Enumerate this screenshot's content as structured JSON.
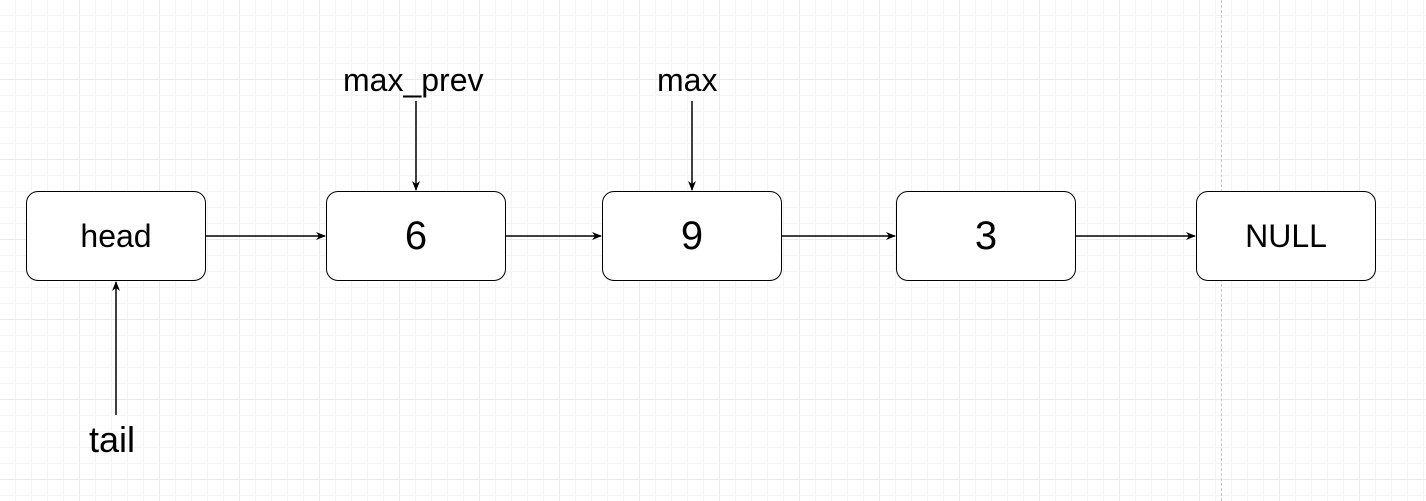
{
  "diagram": {
    "nodes": [
      {
        "id": "head",
        "label": "head"
      },
      {
        "id": "n6",
        "label": "6"
      },
      {
        "id": "n9",
        "label": "9"
      },
      {
        "id": "n3",
        "label": "3"
      },
      {
        "id": "null",
        "label": "NULL"
      }
    ],
    "pointers": {
      "max_prev": "max_prev",
      "max": "max",
      "tail": "tail"
    },
    "edges": [
      {
        "from": "head",
        "to": "n6"
      },
      {
        "from": "n6",
        "to": "n9"
      },
      {
        "from": "n9",
        "to": "n3"
      },
      {
        "from": "n3",
        "to": "null"
      },
      {
        "from": "max_prev",
        "to": "n6"
      },
      {
        "from": "max",
        "to": "n9"
      },
      {
        "from": "tail",
        "to": "head"
      }
    ],
    "colors": {
      "stroke": "#000000",
      "grid": "#eaeaea",
      "background": "#ffffff"
    }
  }
}
